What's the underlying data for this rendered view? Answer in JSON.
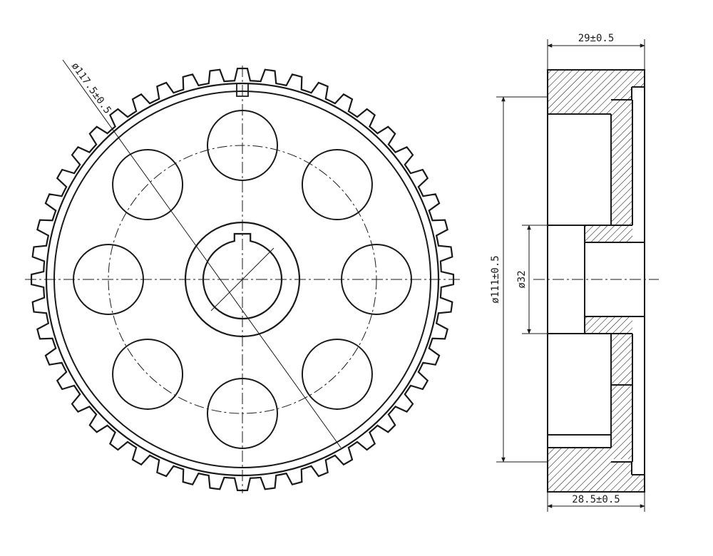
{
  "front_view": {
    "tooth_count": 48,
    "bolt_hole_count": 8,
    "outer_diameter_label": "ø117.5±0.5"
  },
  "side_view": {
    "width_top_label": "29±0.5",
    "width_bottom_label": "28.5±0.5",
    "diameter_label": "ø111±0.5",
    "bore_label": "ø32"
  },
  "colors": {
    "line": "#1a1a1a",
    "background": "#ffffff"
  }
}
